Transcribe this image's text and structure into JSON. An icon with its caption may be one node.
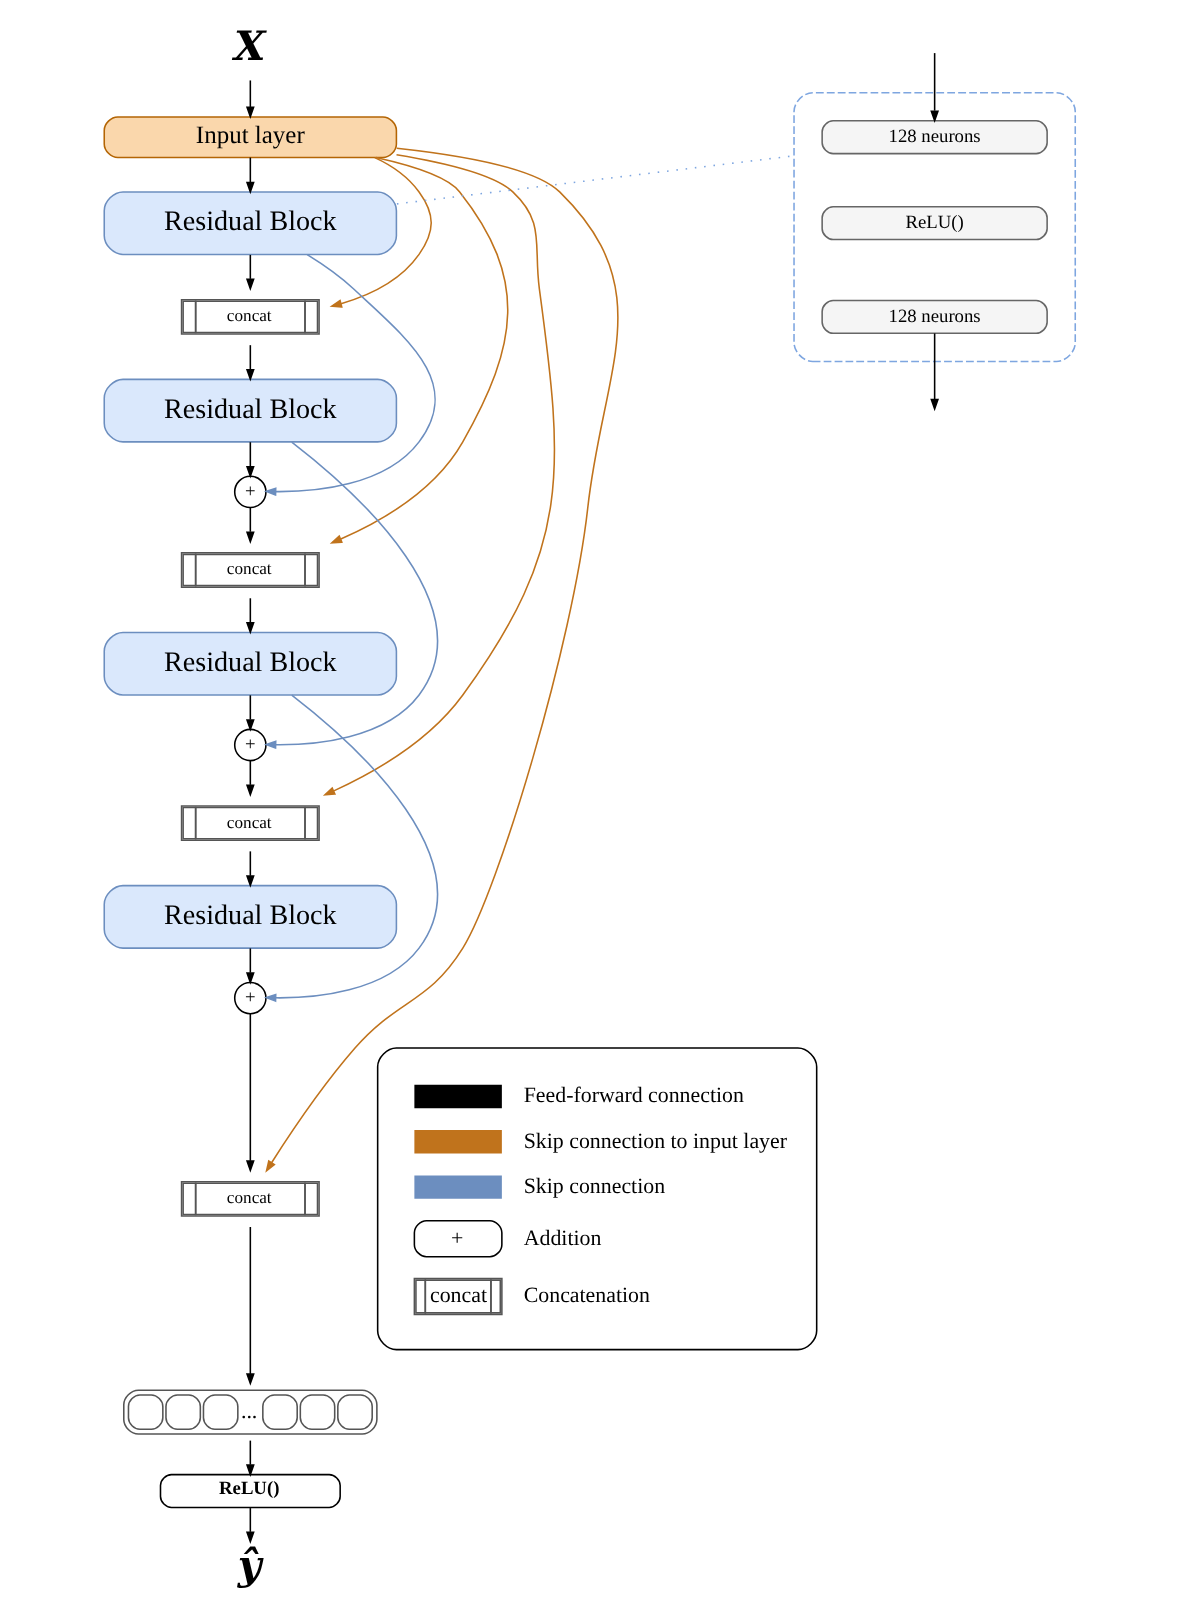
{
  "diagram": {
    "nodes": [
      {
        "text": [
          "X"
        ]
      },
      {
        "text": [
          "Input layer"
        ]
      },
      {
        "text": [
          "Residual Block"
        ]
      },
      {
        "text": [
          "concat"
        ]
      },
      {
        "text": [
          "Residual Block"
        ]
      },
      {
        "text": [
          "+"
        ]
      },
      {
        "text": [
          "concat"
        ]
      },
      {
        "text": [
          "Residual Block"
        ]
      },
      {
        "text": [
          "+"
        ]
      },
      {
        "text": [
          "concat"
        ]
      },
      {
        "text": [
          "Residual Block"
        ]
      },
      {
        "text": [
          "+"
        ]
      },
      {
        "text": [
          "concat"
        ]
      },
      {
        "text": [
          "..."
        ]
      },
      {
        "text": [
          "ReLU()"
        ]
      },
      {
        "text": [
          "ŷ"
        ]
      },
      {
        "text": [],
        "shape": "box"
      },
      {
        "text": [
          "128 neurons"
        ],
        "in": 16
      },
      {
        "text": [
          "ReLU()"
        ],
        "in": 16
      },
      {
        "text": [
          "128 neurons"
        ],
        "in": 16
      }
    ],
    "edges": [
      {
        "from": 0,
        "to": 1,
        "arrow": "to"
      },
      {
        "from": 1,
        "to": 2,
        "arrow": "to"
      },
      {
        "from": 2,
        "to": 3,
        "arrow": "to"
      },
      {
        "from": 1,
        "to": 3,
        "arrow": "to",
        "color": "#c0731c"
      },
      {
        "from": 3,
        "to": 4,
        "arrow": "to"
      },
      {
        "from": 4,
        "to": 5,
        "arrow": "to"
      },
      {
        "from": 2,
        "to": 5,
        "arrow": "to",
        "color": "#6c8ebf"
      },
      {
        "from": 5,
        "to": 6,
        "arrow": "to"
      },
      {
        "from": 1,
        "to": 6,
        "arrow": "to",
        "color": "#c0731c"
      },
      {
        "from": 6,
        "to": 7,
        "arrow": "to"
      },
      {
        "from": 7,
        "to": 8,
        "arrow": "to"
      },
      {
        "from": 4,
        "to": 8,
        "arrow": "to",
        "color": "#6c8ebf"
      },
      {
        "from": 8,
        "to": 9,
        "arrow": "to"
      },
      {
        "from": 1,
        "to": 9,
        "arrow": "to",
        "color": "#c0731c"
      },
      {
        "from": 9,
        "to": 10,
        "arrow": "to"
      },
      {
        "from": 10,
        "to": 11,
        "arrow": "to"
      },
      {
        "from": 7,
        "to": 11,
        "arrow": "to",
        "color": "#6c8ebf"
      },
      {
        "from": 11,
        "to": 12,
        "arrow": "to"
      },
      {
        "from": 1,
        "to": 12,
        "arrow": "to",
        "color": "#c0731c"
      },
      {
        "from": 12,
        "to": 13,
        "arrow": "to"
      },
      {
        "from": 13,
        "to": 14,
        "arrow": "to"
      },
      {
        "from": 14,
        "to": 15,
        "arrow": "to"
      },
      {
        "from": 2,
        "to": 16,
        "arrow": "none",
        "style": "dashed",
        "color": "#7ea6e0"
      },
      {
        "from": null,
        "to": 17,
        "arrow": "to"
      },
      {
        "from": 19,
        "to": null,
        "arrow": "to"
      }
    ],
    "labels": [
      "+",
      "concat"
    ],
    "legend": [
      {
        "text": "Feed-forward connection"
      },
      {
        "text": "Skip connection to input layer"
      },
      {
        "text": "Skip connection"
      },
      {
        "text": "Addition"
      },
      {
        "text": "Concatenation"
      }
    ]
  }
}
